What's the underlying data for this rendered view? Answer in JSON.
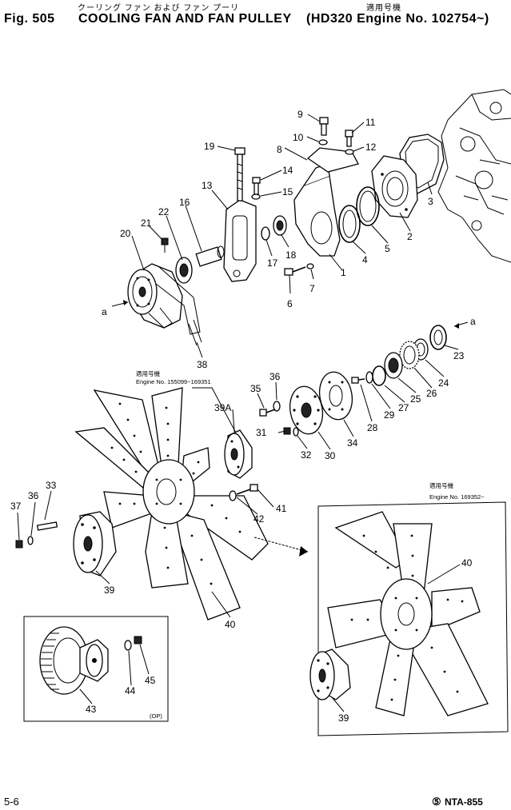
{
  "header": {
    "fig_no": "Fig. 505",
    "title": "COOLING FAN AND FAN PULLEY",
    "title_jp": "クーリング ファン および ファン プーリ",
    "applicability": "HD320 Engine No. 102754~",
    "applicability_jp": "適用号機"
  },
  "notes": {
    "range_a_jp": "適用号機",
    "range_a": "Engine No. 155099~169351",
    "range_b_jp": "適用号機",
    "range_b": "Engine No. 169352~",
    "option": "(OP)"
  },
  "arrows": {
    "view_a_left": "a",
    "view_a_right": "a"
  },
  "callouts": [
    "1",
    "2",
    "3",
    "4",
    "5",
    "6",
    "7",
    "8",
    "9",
    "10",
    "11",
    "12",
    "13",
    "14",
    "15",
    "16",
    "17",
    "18",
    "19",
    "20",
    "21",
    "22",
    "23",
    "24",
    "25",
    "26",
    "27",
    "28",
    "29",
    "30",
    "31",
    "32",
    "33",
    "34",
    "35",
    "36",
    "36",
    "37",
    "38",
    "39",
    "39A",
    "39",
    "40",
    "40",
    "41",
    "42",
    "43",
    "44",
    "45"
  ],
  "footer": {
    "page": "5-6",
    "code": "NTA-855",
    "code_prefix": "⑤"
  }
}
